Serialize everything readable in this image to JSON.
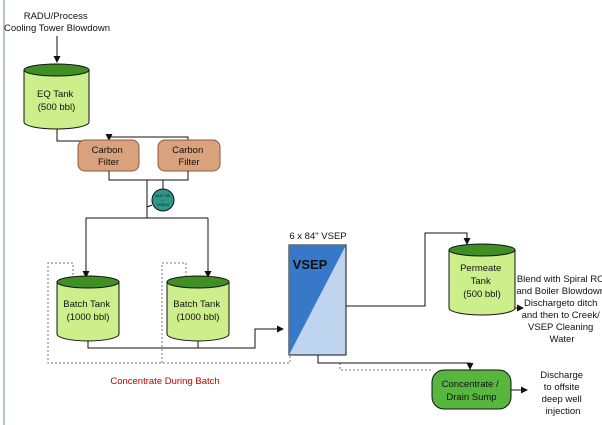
{
  "source_label": [
    "RADU/Process",
    "Cooling Tower Blowdown"
  ],
  "eq_tank": [
    "EQ Tank",
    "(500 bbl)"
  ],
  "carbon_filter_1": [
    "Carbon",
    "Filter"
  ],
  "carbon_filter_2": [
    "Carbon",
    "Filter"
  ],
  "chem_addition": [
    "NLR 735",
    "+",
    "H2SO4"
  ],
  "batch_tank_1": [
    "Batch Tank",
    "(1000 bbl)"
  ],
  "batch_tank_2": [
    "Batch Tank",
    "(1000 bbl)"
  ],
  "vsep_title": "6 x 84\" VSEP",
  "vsep_label": "VSEP",
  "permeate_tank": [
    "Permeate",
    "Tank",
    "(500 bbl)"
  ],
  "permeate_note": [
    "Blend with Spiral RO",
    "and Boiler Blowdown",
    "Dischargeto ditch",
    "and then to Creek/",
    "VSEP Cleaning",
    "Water"
  ],
  "concentrate_label": "Concentrate During Batch",
  "drain_sump": [
    "Concentrate /",
    "Drain Sump"
  ],
  "discharge_note": [
    "Discharge",
    "to offsite",
    "deep well",
    "injection"
  ],
  "colors": {
    "tank_body": "#ccef8c",
    "tank_top": "#3f8f24",
    "filter": "#d9a27d",
    "filter_stroke": "#8a5a3c",
    "sump": "#56b63d",
    "chem_circle": "#2a9a86",
    "vsep_dark": "#3878c8",
    "vsep_light": "#bfd5ef",
    "concentrate_text": "#c00000",
    "frame": "#9cb0c4"
  }
}
